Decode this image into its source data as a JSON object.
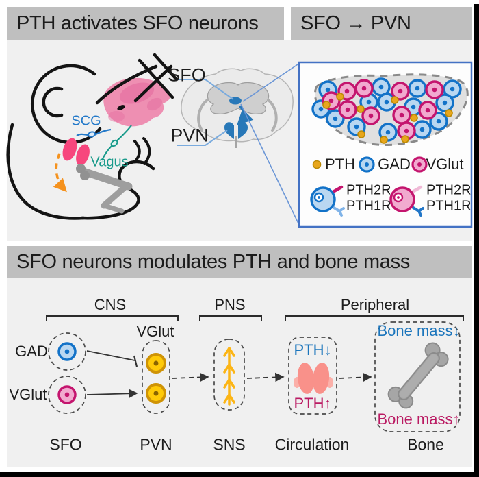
{
  "panel1": {
    "title": "PTH activates SFO neurons",
    "mouse": {
      "scg": "SCG",
      "vagus": "Vagus"
    },
    "brain": {
      "sfo": "SFO",
      "pvn": "PVN"
    }
  },
  "panel2": {
    "title": "SFO → PVN",
    "legend": {
      "pth": "PTH",
      "gad": "GAD",
      "vglut": "VGlut"
    },
    "receptors": {
      "gad_cell": {
        "top": "PTH2R",
        "bottom": "PTH1R"
      },
      "vglut_cell": {
        "top": "PTH2R",
        "bottom": "PTH1R"
      }
    },
    "cells": {
      "gad": [
        [
          479,
          131
        ],
        [
          557,
          127
        ],
        [
          610,
          129
        ],
        [
          661,
          130
        ],
        [
          469,
          159
        ],
        [
          539,
          149
        ],
        [
          565,
          149
        ],
        [
          604,
          156
        ],
        [
          650,
          150
        ],
        [
          490,
          173
        ],
        [
          521,
          185
        ],
        [
          567,
          193
        ],
        [
          617,
          189
        ],
        [
          641,
          177
        ]
      ],
      "vglut": [
        [
          507,
          133
        ],
        [
          532,
          129
        ],
        [
          585,
          133
        ],
        [
          635,
          131
        ],
        [
          484,
          147
        ],
        [
          508,
          160
        ],
        [
          542,
          169
        ],
        [
          587,
          168
        ],
        [
          625,
          161
        ],
        [
          594,
          191
        ]
      ],
      "pth": [
        [
          497,
          141
        ],
        [
          477,
          153
        ],
        [
          527,
          159
        ],
        [
          577,
          146
        ],
        [
          605,
          172
        ],
        [
          528,
          196
        ],
        [
          561,
          204
        ],
        [
          592,
          203
        ],
        [
          656,
          165
        ]
      ]
    }
  },
  "panel3": {
    "title": "SFO neurons modulates PTH and bone mass",
    "brackets": {
      "cns": "CNS",
      "pns": "PNS",
      "peripheral": "Peripheral"
    },
    "labels": {
      "gad": "GAD",
      "vglut": "VGlut",
      "pvn_vglut": "VGlut"
    },
    "circulation": {
      "pth_down": "PTH↓",
      "pth_up": "PTH↑"
    },
    "bone": {
      "mass_down": "Bone mass↓",
      "mass_up": "Bone mass↑"
    },
    "stages": [
      "SFO",
      "PVN",
      "SNS",
      "Circulation",
      "Bone"
    ]
  },
  "colors": {
    "banner_bg": "#bfbfbf",
    "panel_bg": "#f0f0f0",
    "box_border": "#4472c4",
    "gad_blue": "#1272c8",
    "gad_fill": "#b9d7f1",
    "vglut_magenta": "#c4156e",
    "vglut_fill": "#f1aacf",
    "pth_yellow": "#e8a61b",
    "pth_stroke": "#bb8a06",
    "pvn_cell_yellow": "#ffca08",
    "sns_fiber_yellow": "#fcb515",
    "text_blue": "#1b75bc",
    "text_crimson": "#ba1b63",
    "scg_blue": "#2379c9",
    "vagus_teal": "#189a8a",
    "arrow_orange": "#f5921e",
    "gland_pink": "#f7467d",
    "circulation_pink": "#f9918a",
    "bone_gray": "#a6a6a6",
    "brain_blue": "#2878b8"
  }
}
